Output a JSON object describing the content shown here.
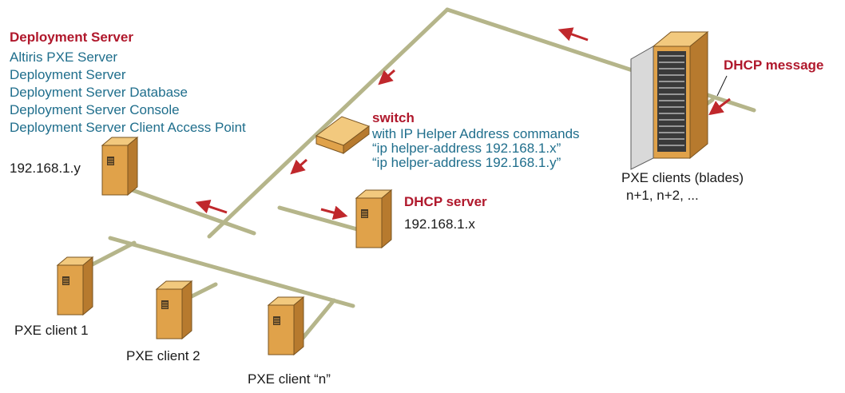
{
  "deployment_server": {
    "title": "Deployment Server",
    "components": [
      "Altiris PXE Server",
      "Deployment Server",
      "Deployment Server Database",
      "Deployment Server Console",
      "Deployment Server Client Access Point"
    ],
    "ip": "192.168.1.y"
  },
  "switch": {
    "title": "switch",
    "description": "with IP Helper Address commands",
    "commands": [
      "“ip helper-address 192.168.1.x”",
      "“ip helper-address 192.168.1.y”"
    ]
  },
  "dhcp_server": {
    "title": "DHCP server",
    "ip": "192.168.1.x"
  },
  "dhcp_message": "DHCP message",
  "pxe_blades": {
    "label": "PXE clients (blades)",
    "range": "n+1, n+2, ..."
  },
  "pxe_clients": [
    "PXE client 1",
    "PXE client 2",
    "PXE client “n”"
  ],
  "colors": {
    "network_line": "#b5b58a",
    "server_body": "#e0a24a",
    "server_top": "#f2c97e",
    "server_side": "#b77a2e",
    "arrow": "#c0282c",
    "heading": "#b0182c",
    "text_blue": "#1f6e8c"
  }
}
